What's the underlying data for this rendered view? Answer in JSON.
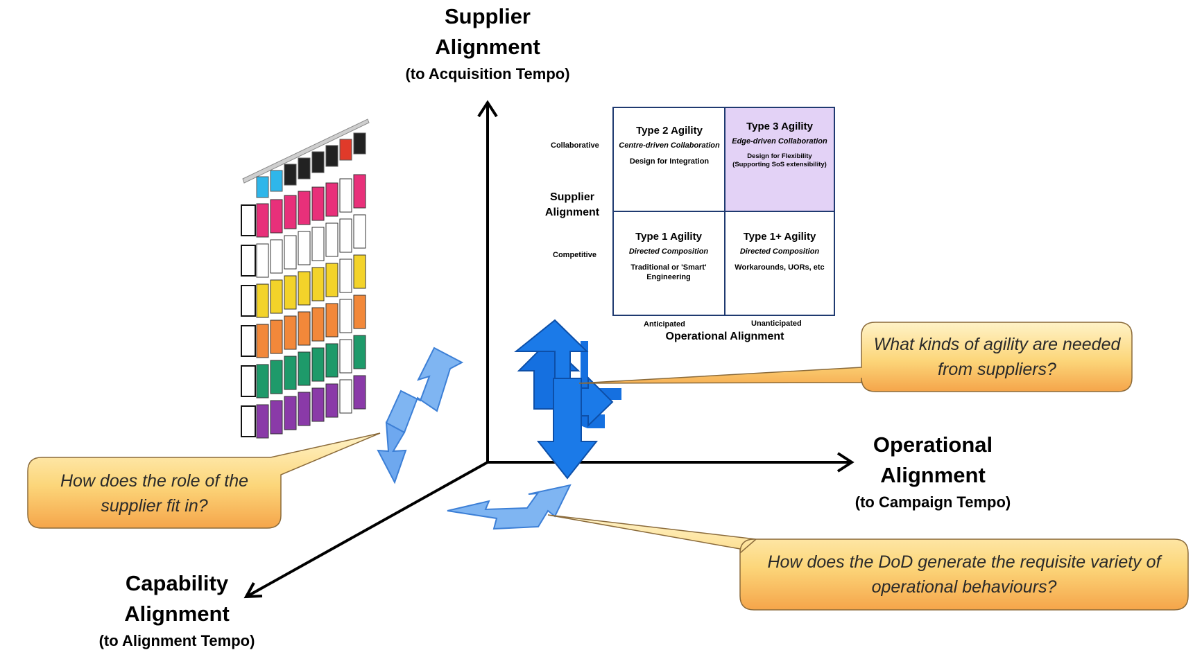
{
  "axes": {
    "supplier": {
      "line1": "Supplier",
      "line2": "Alignment",
      "line3": "(to Acquisition Tempo)"
    },
    "operational": {
      "line1": "Operational",
      "line2": "Alignment",
      "line3": "(to Campaign Tempo)"
    },
    "capability": {
      "line1": "Capability",
      "line2": "Alignment",
      "line3": "(to Alignment Tempo)"
    }
  },
  "callouts": {
    "suppliers": "What kinds of agility are needed from suppliers?",
    "role": "How does the role of the supplier fit in?",
    "dod": "How does the DoD generate the requisite variety of operational behaviours?"
  },
  "quadrant": {
    "y_axis_label": "Supplier Alignment",
    "x_axis_label": "Operational Alignment",
    "y_top": "Collaborative",
    "y_bottom": "Competitive",
    "x_left": "Anticipated",
    "x_right": "Unanticipated",
    "cells": {
      "tl": {
        "title": "Type 2 Agility",
        "subtitle": "Centre-driven Collaboration",
        "desc": "Design for Integration"
      },
      "tr": {
        "title": "Type 3 Agility",
        "subtitle": "Edge-driven Collaboration",
        "desc": "Design for Flexibility (Supporting SoS extensibility)"
      },
      "bl": {
        "title": "Type 1 Agility",
        "subtitle": "Directed Composition",
        "desc": "Traditional or 'Smart' Engineering"
      },
      "br": {
        "title": "Type 1+ Agility",
        "subtitle": "Directed Composition",
        "desc": "Workarounds, UORs, etc"
      }
    }
  },
  "colors": {
    "axis": "#000000",
    "arrow_fill": "#66a6ee",
    "arrow_dark": "#1570e0",
    "callout_fill": "#fbd06a",
    "callout_border": "#8a6a3a",
    "quadrant_border": "#1f3a70",
    "type3_fill": "#e3d2f6"
  },
  "matrix": {
    "header_colors": [
      "#2fb6ea",
      "#2fb6ea",
      "#222222",
      "#222222",
      "#222222",
      "#222222",
      "#e03a2a",
      "#222222"
    ],
    "row_colors": [
      "#e8307a",
      "#ffffff",
      "#f3d32a",
      "#f2883a",
      "#1e9a6a",
      "#8a3aa8"
    ]
  }
}
